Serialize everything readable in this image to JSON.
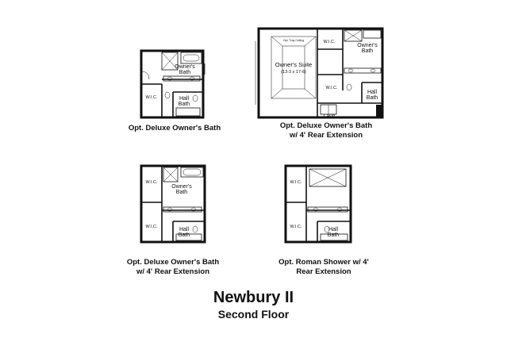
{
  "page": {
    "title": "Newbury II",
    "subtitle": "Second Floor"
  },
  "plans": [
    {
      "caption_line1": "Opt. Deluxe Owner's Bath",
      "caption_line2": "",
      "labels": {
        "owners_bath": [
          "Owner's",
          "Bath"
        ],
        "wic": "W.I.C.",
        "hall_bath": [
          "Hall",
          "Bath"
        ]
      }
    },
    {
      "caption_line1": "Opt. Deluxe Owner's Bath",
      "caption_line2": "w/ 4' Rear Extension",
      "labels": {
        "suite": "Owner's Suite",
        "suite_dims": "(13-3 x 17-6)",
        "ceiling": "Opt. Tray Ceiling",
        "wic_top": "W.I.C.",
        "owners_bath": [
          "Owner's",
          "Bath"
        ],
        "wic_mid": "W.I.C.",
        "hall_bath": [
          "Hall",
          "Bath"
        ],
        "laun": "Laun."
      }
    },
    {
      "caption_line1": "Opt. Deluxe Owner's Bath",
      "caption_line2": "w/ 4' Rear Extension",
      "labels": {
        "wic_top": "W.I.C.",
        "owners_bath": [
          "Owner's",
          "Bath"
        ],
        "wic_bottom": "W.I.C.",
        "hall_bath": [
          "Hall",
          "Bath"
        ]
      }
    },
    {
      "caption_line1": "Opt. Roman Shower w/ 4'",
      "caption_line2": "Rear Extension",
      "labels": {
        "wic_top": "W.I.C.",
        "wic_bottom": "W.I.C.",
        "hall_bath": [
          "Hall",
          "Bath"
        ]
      }
    }
  ]
}
